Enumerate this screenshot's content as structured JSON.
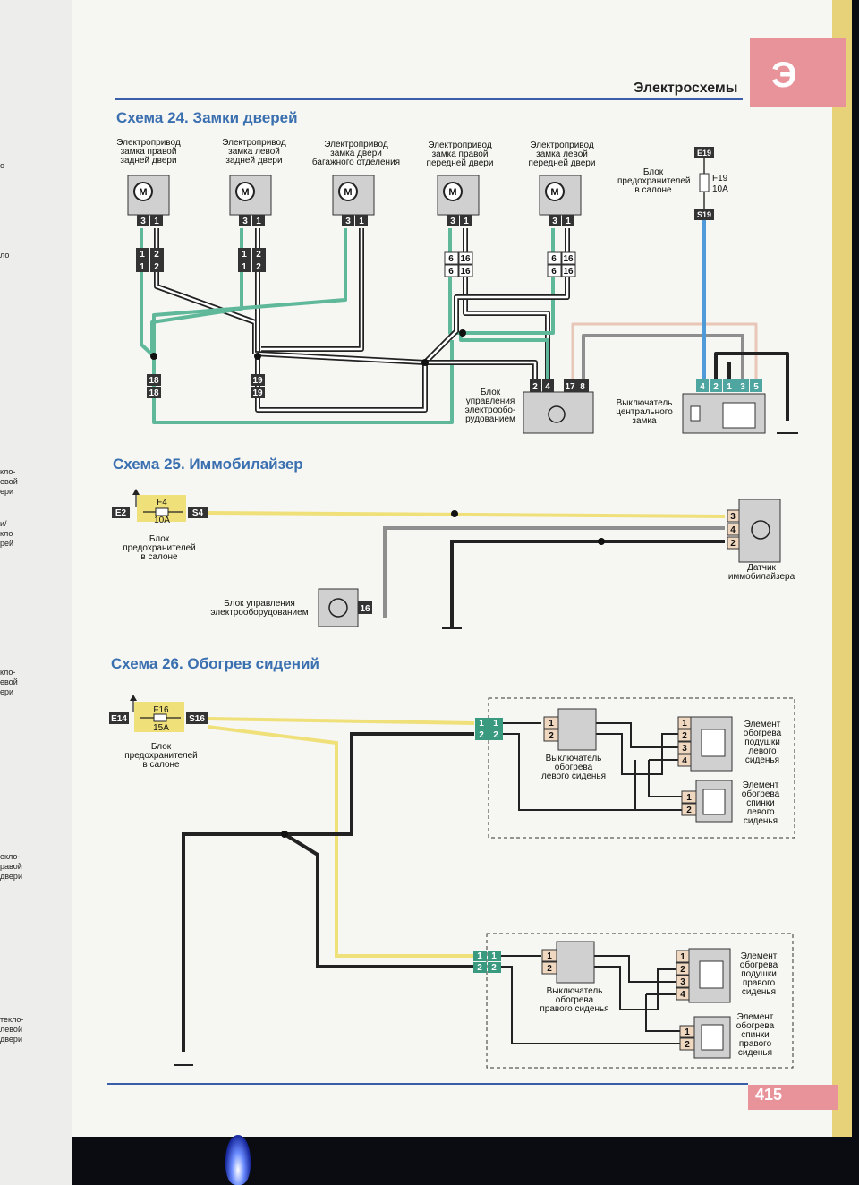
{
  "header": {
    "title": "Электросхемы",
    "tab_letter": "Э"
  },
  "page_number": "415",
  "left_page_fragments": [
    "о",
    "ло",
    "кло-",
    "евой",
    "ери",
    "и/",
    "кло",
    "рей",
    "кло-",
    "евой",
    "ери",
    "екло-",
    "равой",
    "двери",
    "текло-",
    "левой",
    "двери"
  ],
  "scheme24": {
    "title": "Схема 24. Замки дверей",
    "actuators": [
      {
        "label": [
          "Электропривод",
          "замка правой",
          "задней двери"
        ],
        "pins": [
          "3",
          "1"
        ],
        "conn": [
          "1",
          "2",
          "1",
          "2"
        ]
      },
      {
        "label": [
          "Электропривод",
          "замка левой",
          "задней двери"
        ],
        "pins": [
          "3",
          "1"
        ],
        "conn": [
          "1",
          "2",
          "1",
          "2"
        ]
      },
      {
        "label": [
          "Электропривод",
          "замка двери",
          "багажного отделения"
        ],
        "pins": [
          "3",
          "1"
        ]
      },
      {
        "label": [
          "Электропривод",
          "замка правой",
          "передней двери"
        ],
        "pins": [
          "3",
          "1"
        ],
        "conn": [
          "6",
          "16",
          "6",
          "16"
        ]
      },
      {
        "label": [
          "Электропривод",
          "замка левой",
          "передней двери"
        ],
        "pins": [
          "3",
          "1"
        ],
        "conn": [
          "6",
          "16",
          "6",
          "16"
        ]
      }
    ],
    "motor_symbol": "M",
    "fuse_block": {
      "label": [
        "Блок",
        "предохранителей",
        "в салоне"
      ],
      "top_pin": "E19",
      "fuse": "F19",
      "rating": "10A",
      "bottom_pin": "S19"
    },
    "conn_18": [
      "18",
      "18"
    ],
    "conn_19": [
      "19",
      "19"
    ],
    "ecu": {
      "label": [
        "Блок",
        "управления",
        "электрообо-",
        "рудованием"
      ],
      "pins": [
        "2",
        "4",
        "17",
        "8"
      ]
    },
    "switch": {
      "label": [
        "Выключатель",
        "центрального",
        "замка"
      ],
      "pins": [
        "4",
        "2",
        "1",
        "3",
        "5"
      ]
    }
  },
  "scheme25": {
    "title": "Схема 25. Иммобилайзер",
    "fuse_block": {
      "label": [
        "Блок",
        "предохранителей",
        "в салоне"
      ],
      "left_pin": "E2",
      "fuse": "F4",
      "rating": "10A",
      "right_pin": "S4"
    },
    "sensor": {
      "label": [
        "Датчик",
        "иммобилайзера"
      ],
      "pins": [
        "3",
        "4",
        "2"
      ]
    },
    "ecu": {
      "label": [
        "Блок управления",
        "электрооборудованием"
      ],
      "pin": "16"
    }
  },
  "scheme26": {
    "title": "Схема 26. Обогрев сидений",
    "fuse_block": {
      "label": [
        "Блок",
        "предохранителей",
        "в салоне"
      ],
      "left_pin": "E14",
      "fuse": "F16",
      "rating": "15A",
      "right_pin": "S16"
    },
    "left_conn": [
      "1",
      "1",
      "2",
      "2"
    ],
    "left_switch": {
      "label": [
        "Выключатель",
        "обогрева",
        "левого сиденья"
      ],
      "pins": [
        "1",
        "2"
      ]
    },
    "left_cushion": {
      "label": [
        "Элемент",
        "обогрева",
        "подушки",
        "левого",
        "сиденья"
      ],
      "pins": [
        "1",
        "2",
        "3",
        "4"
      ]
    },
    "left_back": {
      "label": [
        "Элемент",
        "обогрева",
        "спинки",
        "левого",
        "сиденья"
      ],
      "pins": [
        "1",
        "2"
      ]
    },
    "right_conn": [
      "1",
      "1",
      "2",
      "2"
    ],
    "right_switch": {
      "label": [
        "Выключатель",
        "обогрева",
        "правого сиденья"
      ],
      "pins": [
        "1",
        "2"
      ]
    },
    "right_cushion": {
      "label": [
        "Элемент",
        "обогрева",
        "подушки",
        "правого",
        "сиденья"
      ],
      "pins": [
        "1",
        "2",
        "3",
        "4"
      ]
    },
    "right_back": {
      "label": [
        "Элемент",
        "обогрева",
        "спинки",
        "правого",
        "сиденья"
      ],
      "pins": [
        "1",
        "2"
      ]
    }
  },
  "colors": {
    "green": "#5fb89a",
    "blue": "#4f9ad8",
    "yellow": "#efe07a",
    "black": "#222222",
    "grey": "#8e8e8e",
    "pink": "#e8929a",
    "title_blue": "#3a6fb0"
  }
}
